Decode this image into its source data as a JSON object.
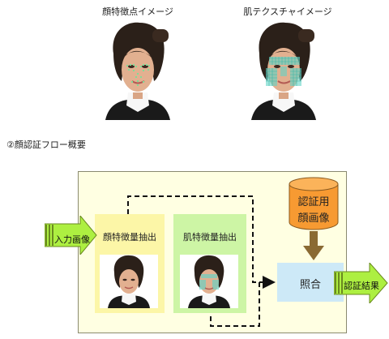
{
  "top": {
    "caption_left": "顔特徴点イメージ",
    "caption_right": "肌テクスチャイメージ"
  },
  "flow": {
    "section_title": "②顔認証フロー概要",
    "input_label": "入力画像",
    "face_feature_label": "顔特徴量抽出",
    "skin_feature_label": "肌特徴量抽出",
    "db_label_line1": "認証用",
    "db_label_line2": "顔画像",
    "match_label": "照合",
    "result_label": "認証結果"
  },
  "colors": {
    "panel_bg": "#ffffe2",
    "face_box": "#fcf6a7",
    "skin_box": "#cdf5a5",
    "match_box": "#cde9f7",
    "db_fill": "#f79a32",
    "arrow_green": "#adef41",
    "arrow_brown": "#8a6a33",
    "feature_points": "#7fdc98",
    "skin_grid": "#62d4c6"
  }
}
